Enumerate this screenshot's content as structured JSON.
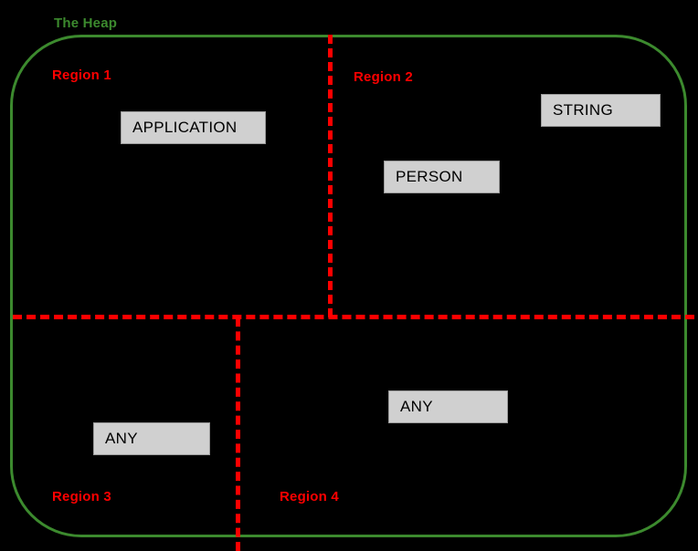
{
  "diagram": {
    "title": "The Heap",
    "background_color": "#000000",
    "boundary": {
      "label": "The Heap",
      "color": "#3C8A2E",
      "shape": "rounded-rectangle"
    },
    "divider_color": "#FF0000",
    "regions": [
      {
        "id": "region-1",
        "label": "Region 1",
        "color": "#FF0000"
      },
      {
        "id": "region-2",
        "label": "Region 2",
        "color": "#FF0000"
      },
      {
        "id": "region-3",
        "label": "Region 3",
        "color": "#FF0000"
      },
      {
        "id": "region-4",
        "label": "Region 4",
        "color": "#FF0000"
      }
    ],
    "objects": [
      {
        "id": "obj-application",
        "label": "APPLICATION",
        "region": "region-1",
        "fill": "#D0D0D0"
      },
      {
        "id": "obj-string",
        "label": "STRING",
        "region": "region-2",
        "fill": "#D0D0D0"
      },
      {
        "id": "obj-person",
        "label": "PERSON",
        "region": "region-2",
        "fill": "#D0D0D0"
      },
      {
        "id": "obj-any-region-3",
        "label": "ANY",
        "region": "region-3",
        "fill": "#D0D0D0"
      },
      {
        "id": "obj-any-region-4",
        "label": "ANY",
        "region": "region-4",
        "fill": "#D0D0D0"
      }
    ]
  }
}
